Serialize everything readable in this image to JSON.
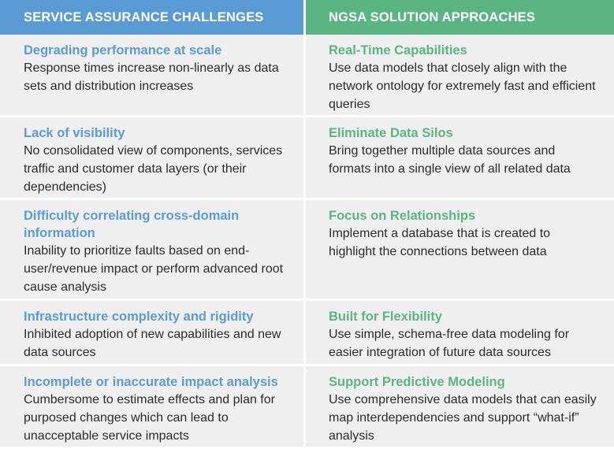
{
  "headers": {
    "left": "SERVICE ASSURANCE CHALLENGES",
    "right": "NGSA SOLUTION APPROACHES"
  },
  "rows": [
    {
      "challenge": {
        "title": "Degrading performance at scale",
        "text": "Response times increase non-linearly as data sets and distribution increases"
      },
      "solution": {
        "title": "Real-Time Capabilities",
        "text": "Use data models that closely align with the network ontology for extremely fast and efficient queries"
      }
    },
    {
      "challenge": {
        "title": "Lack of visibility",
        "text": "No consolidated view of components, services traffic and customer data layers (or their dependencies)"
      },
      "solution": {
        "title": "Eliminate Data Silos",
        "text": "Bring together multiple data sources and formats into a single view of all related data"
      }
    },
    {
      "challenge": {
        "title": "Difficulty correlating cross-domain information",
        "text": "Inability to prioritize faults based on end-user/revenue impact or perform advanced root cause analysis"
      },
      "solution": {
        "title": "Focus on Relationships",
        "text": "Implement a database that is created to highlight the connections between data"
      }
    },
    {
      "challenge": {
        "title": "Infrastructure complexity and rigidity",
        "text": "Inhibited adoption of new capabilities and new data sources"
      },
      "solution": {
        "title": "Built for Flexibility",
        "text": "Use simple, schema-free data modeling for easier integration of future data sources"
      }
    },
    {
      "challenge": {
        "title": "Incomplete or inaccurate impact analysis",
        "text": "Cumbersome to estimate effects and plan for purposed changes which can lead to unacceptable service impacts"
      },
      "solution": {
        "title": "Support Predictive Modeling",
        "text": "Use comprehensive data models that can easily map interdependencies and support “what-if” analysis"
      }
    }
  ],
  "colors": {
    "challenge_accent": "#5b9bd5",
    "solution_accent": "#5bb582",
    "cell_background": "#efefef",
    "body_text": "#2b2b2b"
  }
}
